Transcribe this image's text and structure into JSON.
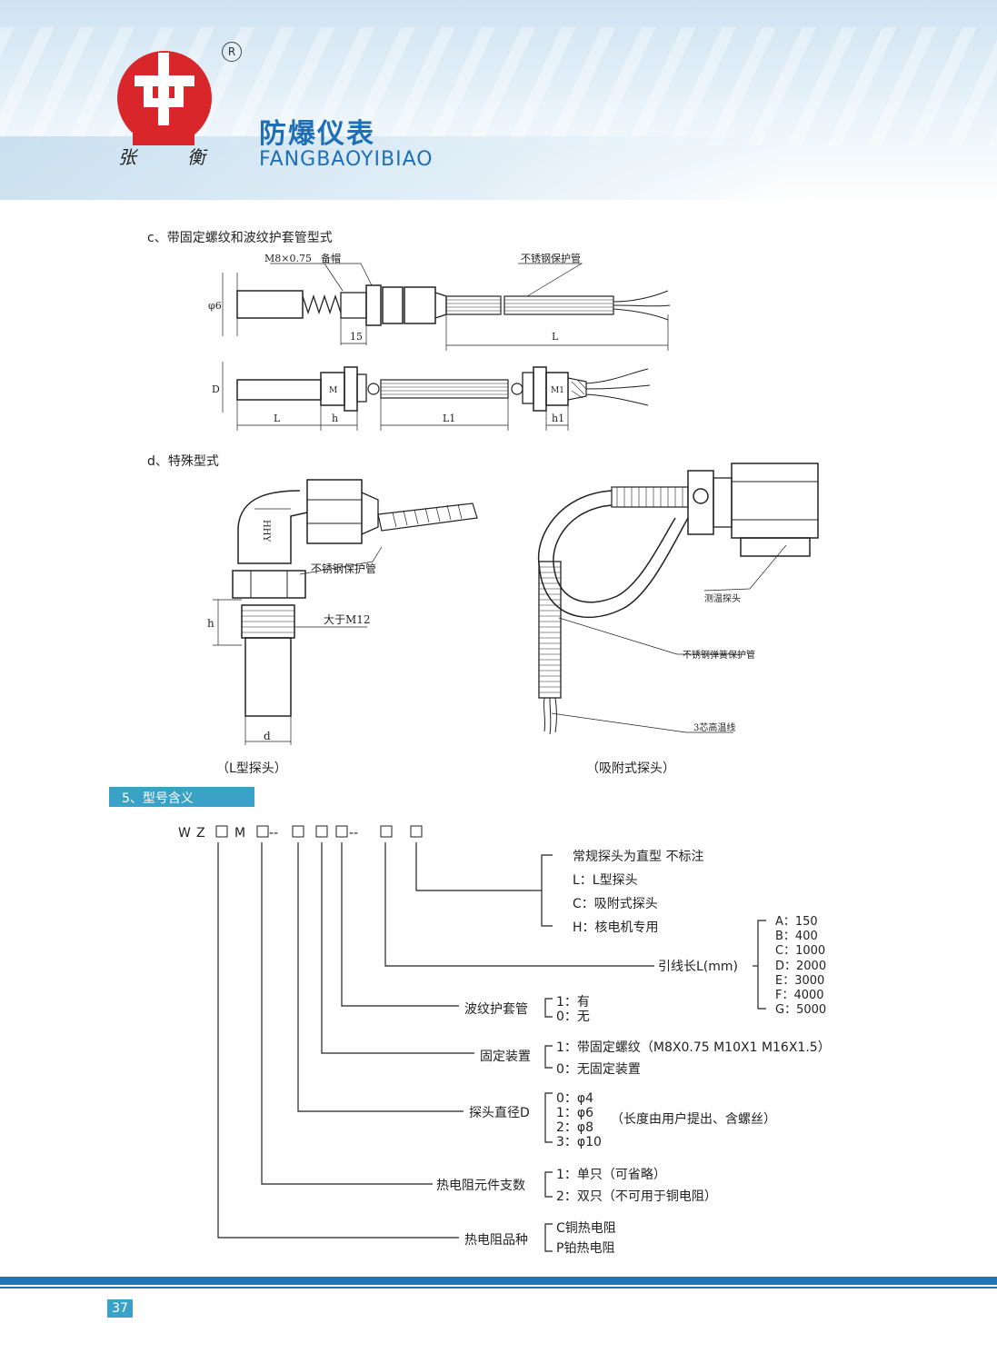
{
  "header": {
    "title_cn": "防爆仪表",
    "title_en": "FANGBAOYIBIAO",
    "logo_char_left": "张",
    "logo_char_right": "衡",
    "reg_mark": "R"
  },
  "section_c": {
    "heading": "c、带固定螺纹和波纹护套管型式",
    "labels": {
      "thread": "M8×0.75",
      "cap": "备帽",
      "tube": "不锈钢保护管",
      "dia": "φ6",
      "dim15": "15",
      "dimL": "L",
      "dimD": "D",
      "dimL2": "L",
      "dimh": "h",
      "dimL1": "L1",
      "dimh1": "h1",
      "nutM": "M",
      "nutM1": "M1"
    }
  },
  "section_d": {
    "heading": "d、特殊型式",
    "left": {
      "tube": "不锈钢保护管",
      "gt_m12": "大于M12",
      "h": "h",
      "d": "d",
      "body_text": "HHY",
      "caption": "（L型探头）"
    },
    "right": {
      "probe": "测温探头",
      "spring": "不锈钢弹簧保护管",
      "wire": "3芯高温线",
      "caption": "（吸附式探头）"
    }
  },
  "section5": {
    "title": "5、型号含义",
    "code_chars": [
      "W",
      "Z",
      "M"
    ],
    "dashes": "--",
    "groups": [
      {
        "label": "",
        "options": [
          "常规探头为直型  不标注",
          "L：L型探头",
          "C：吸附式探头",
          "H：核电机专用"
        ]
      },
      {
        "label": "引线长L(mm)",
        "options": [
          "A：150",
          "B：400",
          "C：1000",
          "D：2000",
          "E：3000",
          "F：4000",
          "G：5000"
        ]
      },
      {
        "label": "波纹护套管",
        "options": [
          "1：有",
          "0：无"
        ]
      },
      {
        "label": "固定装置",
        "options": [
          "1：带固定螺纹（M8X0.75  M10X1  M16X1.5）",
          "0：无固定装置"
        ]
      },
      {
        "label": "探头直径D",
        "options": [
          "0：φ4",
          "1：φ6",
          "2：φ8",
          "3：φ10"
        ],
        "note": "（长度由用户提出、含螺丝）"
      },
      {
        "label": "热电阻元件支数",
        "options": [
          "1：单只（可省略）",
          "2：双只（不可用于铜电阻）"
        ]
      },
      {
        "label": "热电阻品种",
        "options": [
          "C铜热电阻",
          "P铂热电阻"
        ]
      }
    ]
  },
  "footer": {
    "page_number": "37"
  },
  "colors": {
    "brand_blue": "#1f6fb6",
    "section_bar": "#3aa1c7",
    "logo_red": "#d9262b"
  }
}
